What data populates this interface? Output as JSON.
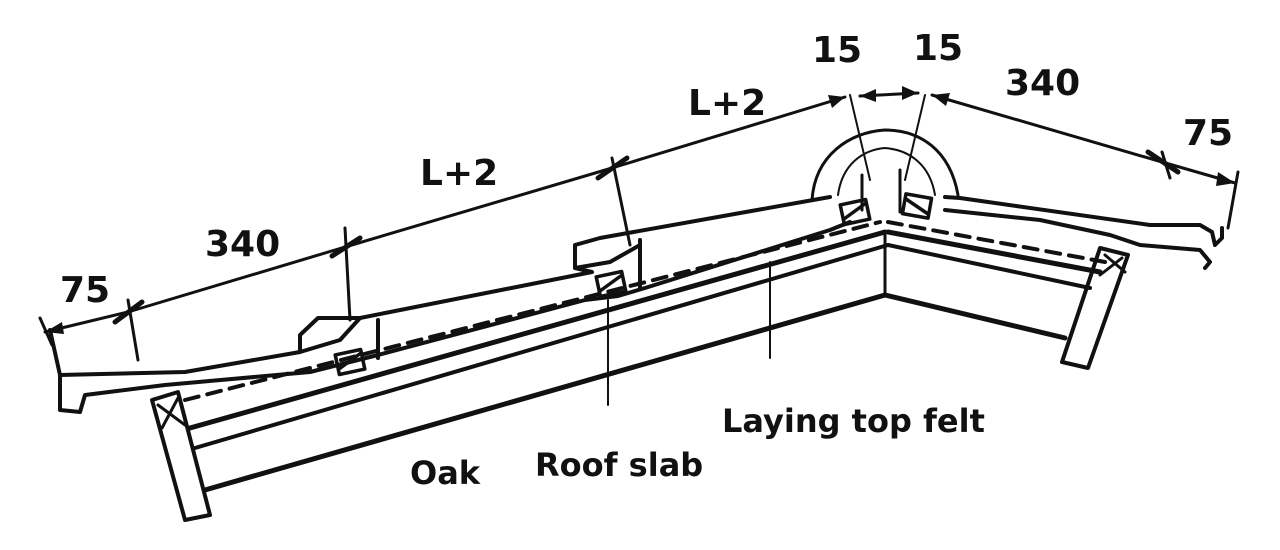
{
  "dimensions": {
    "left_eave": "75",
    "left_gauge": "340",
    "left_course": "L+2",
    "right_course": "L+2",
    "ridge_left": "15",
    "ridge_right": "15",
    "right_gauge": "340",
    "right_eave": "75"
  },
  "labels": {
    "oak": "Oak",
    "roof_slab": "Roof slab",
    "felt": "Laying top felt"
  }
}
